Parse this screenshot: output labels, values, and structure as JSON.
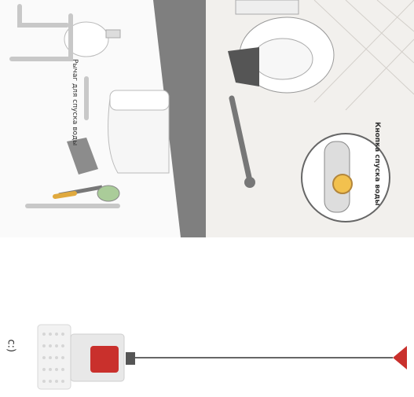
{
  "labels": {
    "lever": "Рычаг для спуска воды",
    "button": "Кнопка спуска воды",
    "stray": "c:)"
  },
  "colors": {
    "wall_dark": "#8a8a8a",
    "floor_tile": "#e9e6e2",
    "alarm_red": "#c9302c",
    "button_yellow": "#f2c14e",
    "handrail": "#f4f4f4"
  }
}
